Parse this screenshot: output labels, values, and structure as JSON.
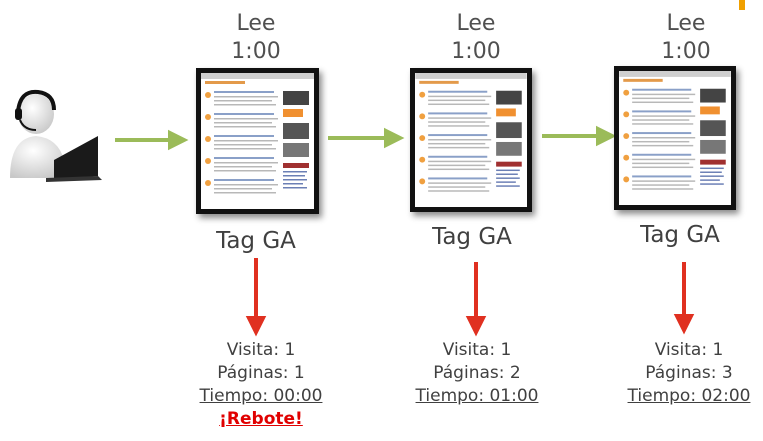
{
  "colors": {
    "flow_arrow": "#9bbb59",
    "down_arrow": "#e03020",
    "bounce": "#e00000",
    "accent": "#f0a000"
  },
  "icons": {
    "user": "user-with-headset-at-laptop-icon",
    "page": "webpage-screenshot-icon"
  },
  "steps": [
    {
      "read_label": "Lee",
      "time": "1:00",
      "tag": "Tag GA",
      "visits": "Visita: 1",
      "pages": "Páginas: 1",
      "time_total": "Tiempo: 00:00",
      "note": "¡Rebote!"
    },
    {
      "read_label": "Lee",
      "time": "1:00",
      "tag": "Tag GA",
      "visits": "Visita: 1",
      "pages": "Páginas: 2",
      "time_total": "Tiempo: 01:00"
    },
    {
      "read_label": "Lee",
      "time": "1:00",
      "tag": "Tag GA",
      "visits": "Visita: 1",
      "pages": "Páginas: 3",
      "time_total": "Tiempo: 02:00"
    }
  ]
}
